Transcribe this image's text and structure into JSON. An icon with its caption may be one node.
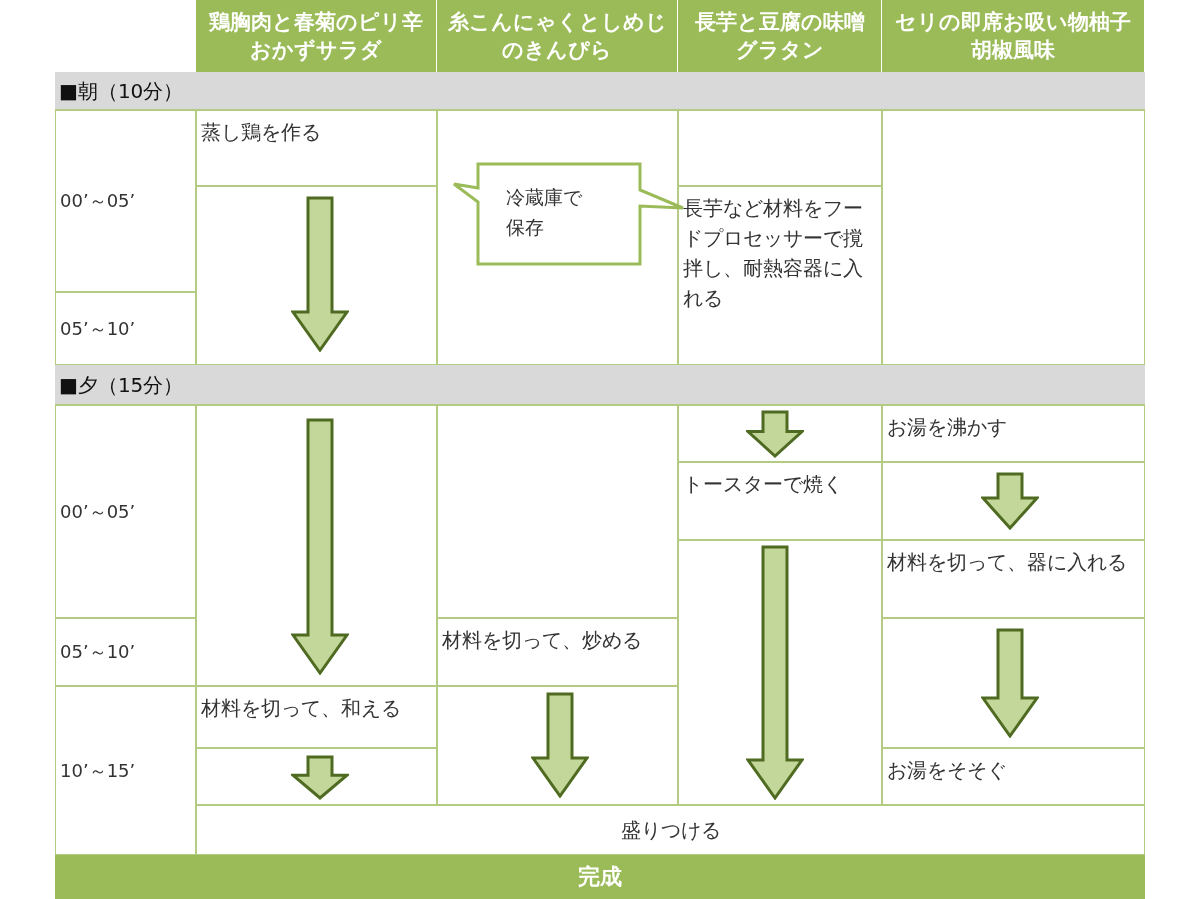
{
  "diagram": {
    "nodes": [
      {
        "text": [
          "冷蔵庫で保存"
        ]
      }
    ],
    "labels": [
      "鶏胸肉と春菊のピリ辛おかずサラダ",
      "糸こんにゃくとしめじのきんぴら",
      "長芋と豆腐の味噌グラタン",
      "セリの即席お吸い物柚子胡椒風味",
      "■朝（10分）",
      "00’～05’",
      "蒸し鶏を作る",
      "長芋など材料をフードプロセッサーで撹拌し、耐熱容器に入れる",
      "05’～10’",
      "■夕（15分）",
      "00’～05’",
      "お湯を沸かす",
      "トースターで焼く",
      "材料を切って、器に入れる",
      "05’～10’",
      "材料を切って、炒める",
      "10’～15’",
      "材料を切って、和える",
      "お湯をそそぐ",
      "盛りつける",
      "完成"
    ]
  }
}
